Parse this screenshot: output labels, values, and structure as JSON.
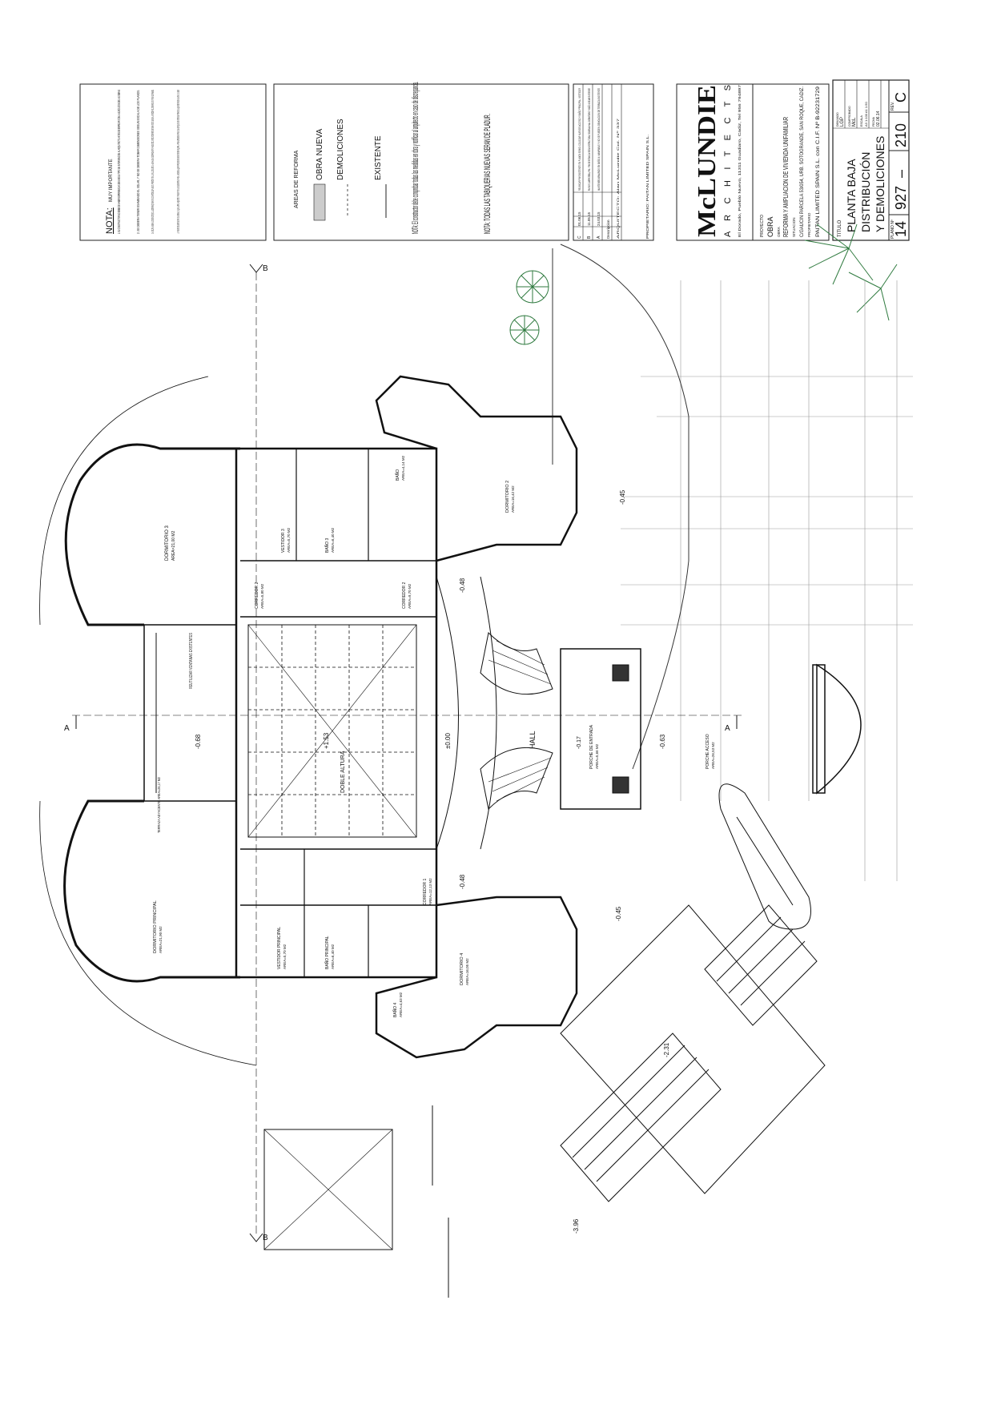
{
  "notes": {
    "heading": "NOTA:",
    "subheading": "MUY IMPORTANTE",
    "items": [
      "1. EL CONSTRUCTOR NO DEBE DE HABER EXPERIENCIAS DE NINGUN TIPO SIN INTERVENCION AL ARQUITECTO ANTES DE EMPEZAR CON LA EJECUCION DE LAS OBRAS",
      "2. SE DEBERA TENER EXAMINADO EL SOLAR, Y NO SE DEBERA TOMAR DIMENSIONES SEGUN ESCALA DE LOS PLANOS.",
      "3. AL EJECUTAR LAS OBRAS, EL CONSTRUCTOR (INCL. SUBCONTRATAS) DEBERA DE ESTUDIAR TODOS LOS PLANOS DEL PROYECTO Y DETALLES EN SU CONJUNTO. SI HUBIERA ALGUNA DISCREPANCIA ENTRE PLANOS O DOCUMENTOS DE CONTRATO ESTA DEBERA DE COMUNICARSE A LA DIRECCION FACULTATIVA ANTES DE EMPEZAR LOS TRABAJOS.",
      "4. EL PRESENTE DOCUMENTO ES COPIA DE SU ORIGINAL DEL QUE ES AUTOR EL ARQUITECTO D. FRANCIS R. TRICE. SU UTILIZACION TOTAL O PARCIAL, ASI COMO CUALQUIER REPRODUCCION O CESION A TERCEROS, REQUERIRA LA PREVIA AUTORIZACION EXPRESA DE SU AUTOR, QUEDANDO EN TODO CASO PROHIBIDA CUALQUIER MODIFICACION UNILATERAL DEL MISMO."
    ]
  },
  "legend": {
    "title": "AREAS DE REFORMA",
    "items": [
      {
        "label": "OBRA NUEVA"
      },
      {
        "label": "DEMOLICIONES"
      },
      {
        "label": "EXISTENTE"
      }
    ]
  },
  "disclaimer": {
    "text1": "NOTA: El constructor debe comprobar todas las medidas en obra y notificar al arquitecto en caso de discrepancia.",
    "text2": "NOTA: TODAS LAS TABIQUERIAS NUEVAS SERAN DE PLADUR."
  },
  "revisions": {
    "rows": [
      {
        "rev": "C",
        "date": "01.06.15",
        "by": "LGP",
        "desc": "REUBICAR PW EXISTENTE EN PLANTA SEMIO; COLOCAR NUEVOS ACCESO Y BAÑO PRINCIPAL, VESTIDOR"
      },
      {
        "rev": "B",
        "date": "11.05.15",
        "by": "LGP",
        "desc": "PW EXIS CARPINTERIA; PHL Y PW DE ESTANCIA SEGUN ESTRUCTURA; SOLERIAL HALL DORMITORIO Y BAÑO 4 DEJAR EXISTENTE"
      },
      {
        "rev": "A",
        "date": "24.03.15",
        "by": "LGP",
        "desc": "MANTENER ARMARIOS EN BAÑO 4; MAMPARAS Y NO SE PUEDEN; DEMOLICION DE TERRAZA EXISTENTE"
      }
    ],
    "header": {
      "rev": "Rev",
      "date": "Fecha",
      "by": "Dibu",
      "desc": "Descripcion"
    },
    "owner": "PROPIETARIO: PAITAN LIMITED SPAIN S.L.",
    "architect": "ARQUITECTO: Alan McLundie Col. Nº 337"
  },
  "firm": {
    "name": "McLUNDIE",
    "tagline": "A R C H I T E C T S",
    "address": "El Dorado, Pueblo Nuevo, 11311 Guadiaro, Cadiz, Tel 956 794897"
  },
  "project": {
    "label_project": "PROYECTO",
    "project_name": "OBRA",
    "label_work": "OBRA",
    "work": "REFORMA Y AMPLIACION DE VIVIENDA UNIFAMILIAR",
    "label_location": "SITUACION",
    "location": "C/GAUCIN PARCELA 53/054, URB. SOTOGRANDE, SAN ROQUE, CADIZ.",
    "label_owner": "PROPIETARIO",
    "owner": "PAITAN LIMITED SPAIN S.L. con C.I.F. Nº B-92231729"
  },
  "title_block": {
    "label": "TITULO",
    "title_lines": [
      "PLANTA BAJA",
      "DISTRIBUCIÓN",
      "Y DEMOLICIONES"
    ],
    "drawn_label": "DIBUJADO",
    "drawn": "LGP",
    "checked_label": "COMPROBADO",
    "checked": "McL",
    "scale_label": "ESCALA",
    "scale": "A3 1:100 A1 1:50",
    "date_label": "FECHA",
    "date": "02.06.14",
    "plano_label": "PLANO Nº",
    "plano_a": "14",
    "plano_b": "927",
    "plano_sep": "–",
    "plano_c": "210",
    "rev_label": "REV.",
    "rev": "C"
  },
  "plan": {
    "rooms": {
      "dorm3": "DORMITORIO 3",
      "dorm3_area": "AREA=21,00 M2",
      "vest3": "VESTIDOR 3",
      "vest3_area": "AREA=5,70 M2",
      "bano3": "BAÑO 3",
      "bano3_area": "AREA=6,40 M2",
      "bano": "BAÑO",
      "bano_area": "AREA=4,14 M2",
      "dorm2": "DORMITORIO 2",
      "dorm2_area": "AREA=16,42 M2",
      "corr2a": "CORREDOR 2",
      "corr2a_area": "AREA=5,80 M2",
      "corr2b": "CORREDOR 2",
      "corr2b_area": "AREA=9,70 M2",
      "reutilizar": "REUTILIZAR VENTANAS EXISTENTES",
      "terraza": "TERRAZA ADYACENTE AREA=26,17 M2",
      "doble_altura": "DOBLE ALTURA",
      "hall": "HALL",
      "porche_entrada": "PORCHE DE ENTRADA",
      "porche_entrada_area": "AREA=5,66 M2",
      "porche_acceso": "PORCHE ACCESO",
      "porche_acceso_area": "AREA=26,53 M2",
      "dorm_principal": "DORMITORIO PRINCIPAL",
      "dorm_principal_area": "AREA=21,90 M2",
      "vest_principal": "VESTIDOR PRINCIPAL",
      "vest_principal_area": "AREA=5,70 M2",
      "bano_principal": "BAÑO PRINCIPAL",
      "bano_principal_area": "AREA=6,40 M2",
      "bano4": "BAÑO 4",
      "bano4_area": "AREA=4,63 M2",
      "corr1": "CORREDOR 1",
      "corr1_area": "AREA=12,13 M2",
      "dorm4": "DORMITORIO 4",
      "dorm4_area": "AREA=16,05 M2"
    },
    "levels": {
      "l_045_top": "-0.45",
      "l_048_a": "-0.48",
      "l_048_b": "-0.48",
      "l_000": "±0.00",
      "l_017": "-0.17",
      "l_068": "-0.68",
      "l_063": "-0.63",
      "l_045_bot": "-0.45",
      "l_231": "-2.31",
      "l_396": "-3.96",
      "l_153": "+1.53"
    },
    "sections": {
      "a": "A",
      "b": "B"
    }
  }
}
